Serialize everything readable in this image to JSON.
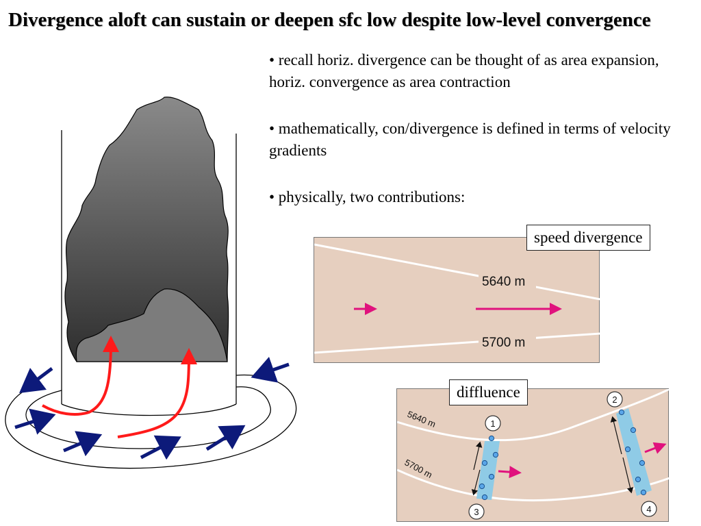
{
  "title": "Divergence aloft can sustain or deepen sfc low despite low-level convergence",
  "bullets": [
    "• recall horiz. divergence can be thought of as area expansion, horiz. convergence as area contraction",
    "• mathematically, con/divergence is defined in terms of velocity gradients",
    "• physically, two contributions:"
  ],
  "speed_panel": {
    "label": "speed divergence",
    "contour_top": "5640 m",
    "contour_bottom": "5700 m"
  },
  "diffluence_panel": {
    "label": "diffluence",
    "contour_top": "5640 m",
    "contour_bottom": "5700 m",
    "point_labels": [
      "1",
      "2",
      "3",
      "4"
    ]
  },
  "colors": {
    "cloud_dark": "#3a3a3a",
    "cloud_light": "#808080",
    "panel_bg": "#e6cfbf",
    "inflow_arrow": "#0d1a7a",
    "updraft_arrow": "#ff1a1a",
    "wind_arrow": "#e0127d",
    "parcel_band": "#8fcbe6"
  }
}
